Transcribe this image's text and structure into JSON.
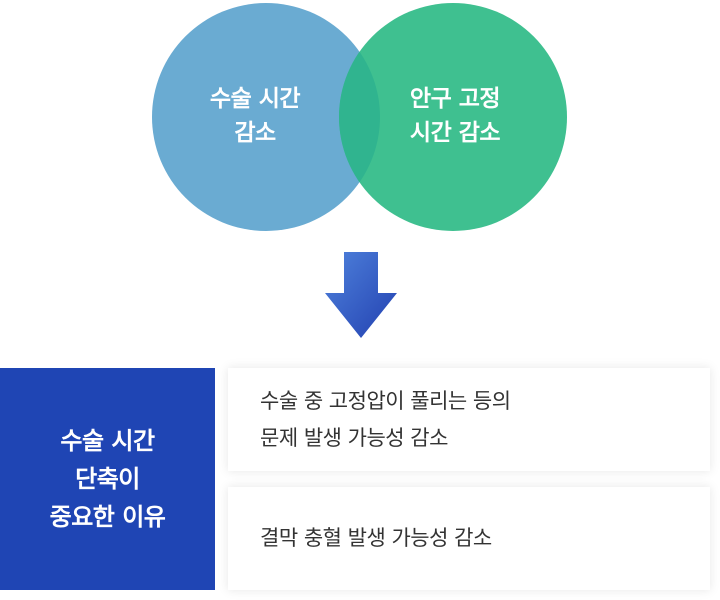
{
  "venn": {
    "left_circle": {
      "label": "수술 시간\n감소",
      "color": "#6aabd2"
    },
    "right_circle": {
      "label": "안구 고정\n시간 감소",
      "color": "#3fc090"
    },
    "overlap_color": "#30b48f"
  },
  "arrow": {
    "icon": "arrow-down-icon",
    "color": "#2f55c4"
  },
  "reasons": {
    "title": "수술 시간\n단축이\n중요한 이유",
    "title_bg_color": "#1f45b4",
    "items": [
      {
        "text": "수술 중 고정압이 풀리는 등의\n문제 발생 가능성 감소"
      },
      {
        "text": "결막 충혈 발생 가능성 감소"
      }
    ]
  }
}
